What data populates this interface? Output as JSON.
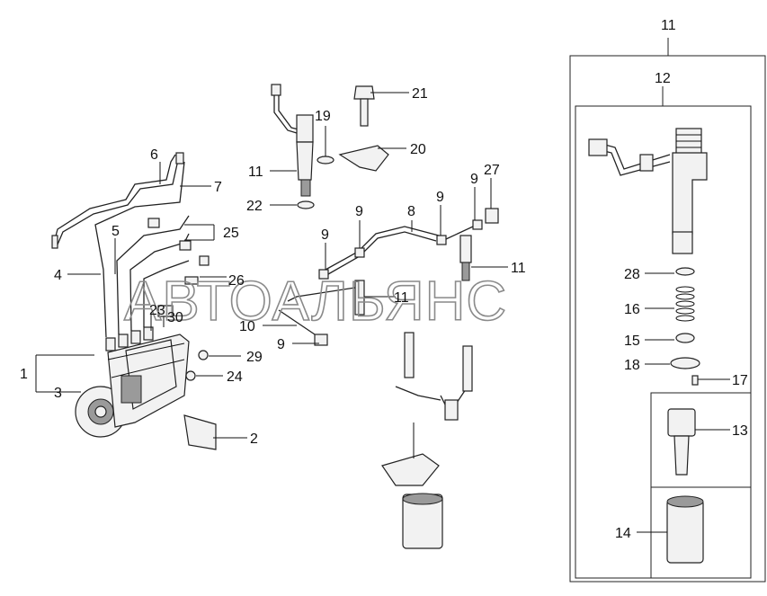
{
  "watermark": "АВТОАЛЬЯНС",
  "callouts": {
    "c1": "1",
    "c2": "2",
    "c3": "3",
    "c4": "4",
    "c5": "5",
    "c6": "6",
    "c7": "7",
    "c8": "8",
    "c9a": "9",
    "c9b": "9",
    "c9c": "9",
    "c9d": "9",
    "c9e": "9",
    "c10": "10",
    "c11a": "11",
    "c11b": "11",
    "c11c": "11",
    "c11d": "11",
    "c12": "12",
    "c13": "13",
    "c14": "14",
    "c15": "15",
    "c16": "16",
    "c17": "17",
    "c18": "18",
    "c19": "19",
    "c20": "20",
    "c21": "21",
    "c22": "22",
    "c23": "23",
    "c24": "24",
    "c25": "25",
    "c26": "26",
    "c27": "27",
    "c28": "28",
    "c29": "29",
    "c30": "30"
  }
}
